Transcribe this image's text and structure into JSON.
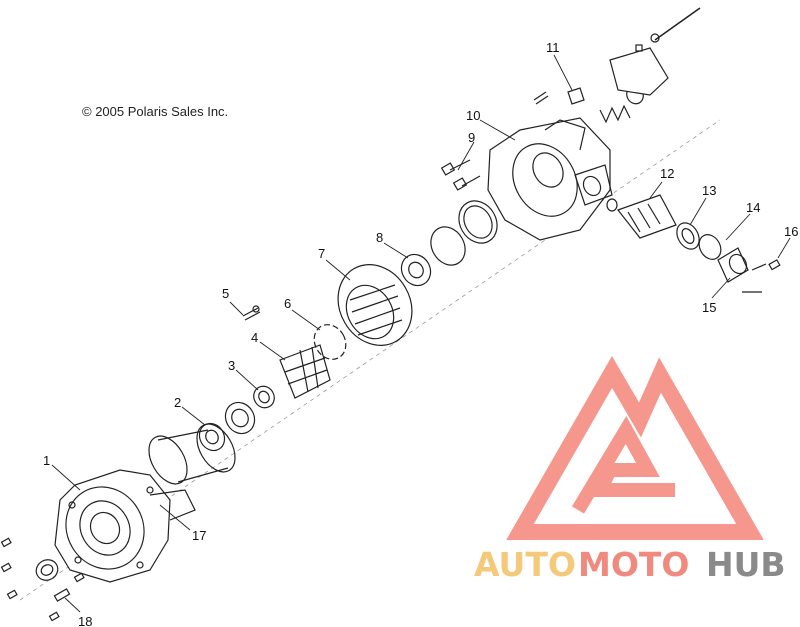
{
  "copyright": "© 2005 Polaris Sales Inc.",
  "callouts": [
    "1",
    "2",
    "3",
    "4",
    "5",
    "6",
    "7",
    "8",
    "9",
    "10",
    "11",
    "12",
    "13",
    "14",
    "15",
    "16",
    "17",
    "18"
  ],
  "watermark": {
    "text_part1": "AUTO",
    "text_part2": "MOTO",
    "text_part3": "HUB",
    "color_auto": "#f5c97a",
    "color_moto": "#f08a7e",
    "color_hub": "#8a8a8a",
    "logo_color": "#f4857a"
  },
  "colors": {
    "line": "#222222",
    "fill": "#ffffff"
  }
}
